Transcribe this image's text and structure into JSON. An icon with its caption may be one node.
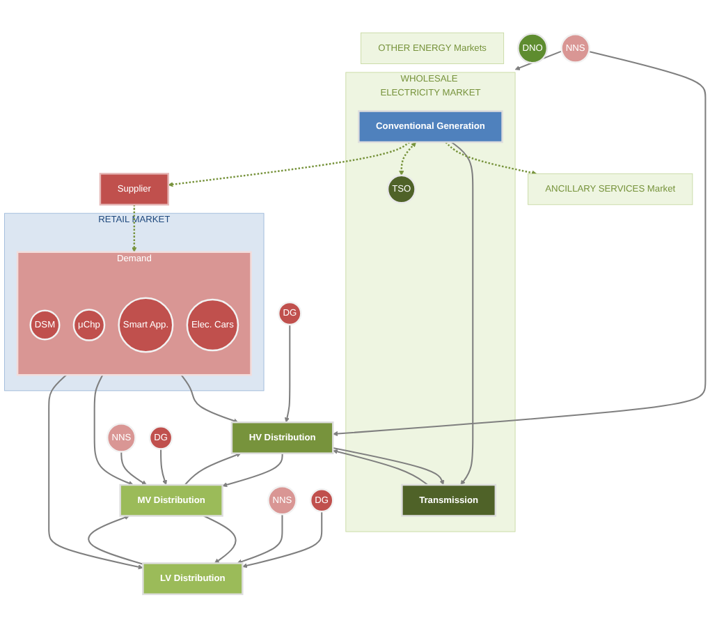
{
  "diagram": {
    "nodes": [
      {
        "text": [
          "WHOLESALE ELECTRICITY MARKET"
        ]
      },
      {
        "text": [
          "Conventional Generation"
        ],
        "in": 0
      },
      {
        "text": [
          "Transmission"
        ],
        "in": 0
      },
      {
        "text": [
          "TSO"
        ],
        "in": 0
      },
      {
        "text": [
          "ANCILLARY SERVICES Market"
        ]
      },
      {
        "text": [
          "OTHER ENERGY Markets"
        ]
      },
      {
        "text": [
          "RETAIL MARKET"
        ]
      },
      {
        "text": [
          "Supplier"
        ]
      },
      {
        "text": [
          "Demand"
        ],
        "in": 6
      },
      {
        "text": [
          "DSM"
        ],
        "in": 8
      },
      {
        "text": [
          "μChp"
        ],
        "in": 8
      },
      {
        "text": [
          "Smart App."
        ],
        "in": 8
      },
      {
        "text": [
          "Elec. Cars"
        ],
        "in": 8
      },
      {
        "text": [
          "HV Distribution"
        ]
      },
      {
        "text": [
          "MV Distribution"
        ]
      },
      {
        "text": [
          "LV Distribution"
        ]
      },
      {
        "text": [
          "DNO"
        ]
      },
      {
        "text": [
          "NNS"
        ]
      },
      {
        "text": [
          "DG"
        ]
      },
      {
        "text": [
          "NNS"
        ]
      },
      {
        "text": [
          "DG"
        ]
      },
      {
        "text": [
          "NNS"
        ]
      },
      {
        "text": [
          "DG"
        ]
      }
    ],
    "edges": [
      {
        "from": 1,
        "to": 2,
        "arrow": "to"
      },
      {
        "from": 1,
        "to": 4,
        "arrow": "to",
        "style": "dashed",
        "color": "#77933c"
      },
      {
        "from": 1,
        "to": 3,
        "arrow": "both",
        "style": "dashed",
        "color": "#77933c"
      },
      {
        "from": 1,
        "to": 7,
        "arrow": "to",
        "style": "dashed",
        "color": "#77933c"
      },
      {
        "from": 7,
        "to": 8,
        "arrow": "to",
        "style": "dashed",
        "color": "#77933c"
      },
      {
        "from": 2,
        "to": 13,
        "arrow": "to"
      },
      {
        "from": 13,
        "to": 2,
        "arrow": "to"
      },
      {
        "from": 13,
        "to": 14,
        "arrow": "to"
      },
      {
        "from": 14,
        "to": 13,
        "arrow": "to"
      },
      {
        "from": 14,
        "to": 15,
        "arrow": "to"
      },
      {
        "from": 15,
        "to": 14,
        "arrow": "to"
      },
      {
        "from": 8,
        "to": 13,
        "arrow": "to"
      },
      {
        "from": 8,
        "to": 14,
        "arrow": "to"
      },
      {
        "from": 8,
        "to": 15,
        "arrow": "to"
      },
      {
        "from": 17,
        "to": 0,
        "arrow": "to"
      },
      {
        "from": 17,
        "to": 13,
        "arrow": "to"
      },
      {
        "from": 18,
        "to": 13,
        "arrow": "to"
      },
      {
        "from": 19,
        "to": 14,
        "arrow": "to"
      },
      {
        "from": 20,
        "to": 14,
        "arrow": "to"
      },
      {
        "from": 21,
        "to": 15,
        "arrow": "to"
      },
      {
        "from": 22,
        "to": 15,
        "arrow": "to"
      }
    ]
  }
}
